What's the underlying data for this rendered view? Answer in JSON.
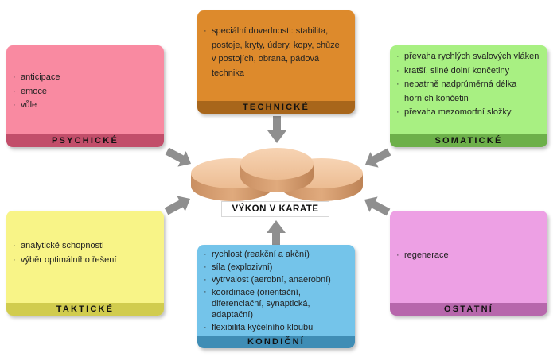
{
  "center": {
    "label": "VÝKON V KARATE"
  },
  "boxes": {
    "technicke": {
      "title": "TECHNICKÉ",
      "items": [
        "speciální dovednosti: stabilita, postoje, kryty, údery, kopy, chůze v postojích, obrana, pádová technika"
      ],
      "colors": {
        "body": "#dd8a2c",
        "footer": "#a8661b"
      }
    },
    "psychicke": {
      "title": "PSYCHICKÉ",
      "items": [
        "anticipace",
        "emoce",
        "vůle"
      ],
      "colors": {
        "body": "#f98aa1",
        "footer": "#c24e6a"
      }
    },
    "somaticke": {
      "title": "SOMATICKÉ",
      "items": [
        "převaha rychlých svalových vláken",
        "kratší, silné dolní končetiny",
        "nepatrně nadprůměrná délka horních končetin",
        "převaha mezomorfní složky"
      ],
      "colors": {
        "body": "#a8f082",
        "footer": "#6db04a"
      }
    },
    "takticke": {
      "title": "TAKTICKÉ",
      "items": [
        "analytické schopnosti",
        "výběr optimálního řešení"
      ],
      "colors": {
        "body": "#f8f487",
        "footer": "#d1cc4e"
      }
    },
    "kondicni": {
      "title": "KONDIČNÍ",
      "items": [
        "rychlost (reakční a akční)",
        "síla (explozivní)",
        "vytrvalost (aerobní, anaerobní)",
        "koordinace (orientační, diferenciační, synaptická, adaptační)",
        "flexibilita kyčelního kloubu"
      ],
      "colors": {
        "body": "#74c4ea",
        "footer": "#3f8db5"
      }
    },
    "ostatni": {
      "title": "OSTATNÍ",
      "items": [
        "regenerace"
      ],
      "colors": {
        "body": "#eda0e4",
        "footer": "#b767ac"
      }
    }
  }
}
